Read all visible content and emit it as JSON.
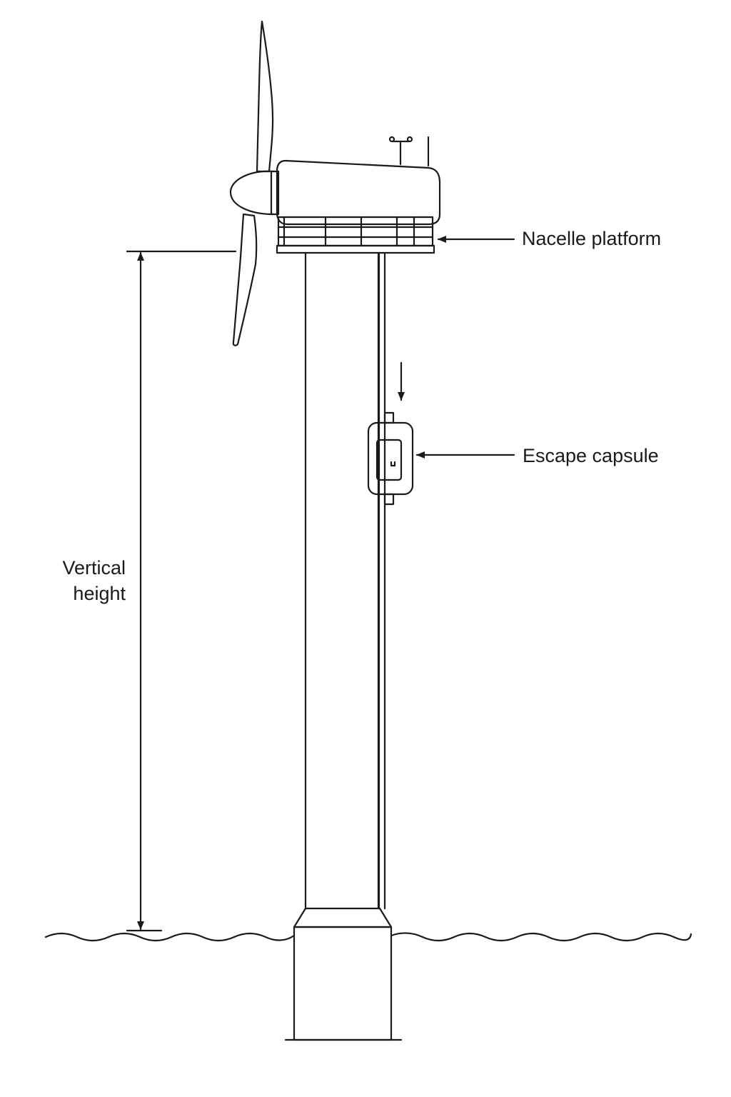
{
  "labels": {
    "nacelle_platform": "Nacelle platform",
    "escape_capsule": "Escape capsule",
    "vertical_height_line1": "Vertical",
    "vertical_height_line2": "height"
  },
  "colors": {
    "stroke": "#1a1a1a",
    "background": "#ffffff"
  }
}
